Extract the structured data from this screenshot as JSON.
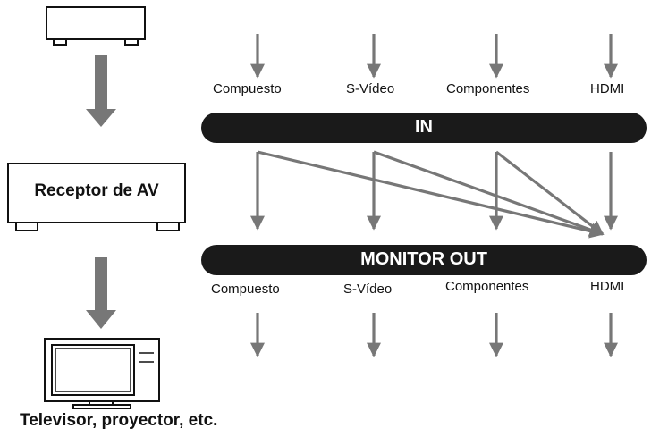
{
  "receiver": {
    "label": "Receptor de AV"
  },
  "display": {
    "label": "Televisor, proyector, etc."
  },
  "in_bar": {
    "label": "IN"
  },
  "out_bar": {
    "label": "MONITOR OUT"
  },
  "inputs": [
    "Compuesto",
    "S-Vídeo",
    "Componentes",
    "HDMI"
  ],
  "outputs": [
    "Compuesto",
    "S-Vídeo",
    "Componentes",
    "HDMI"
  ],
  "colors": {
    "arrow": "#777777",
    "bar": "#1a1a1a",
    "bar_text": "#ffffff",
    "outline": "#111111"
  }
}
